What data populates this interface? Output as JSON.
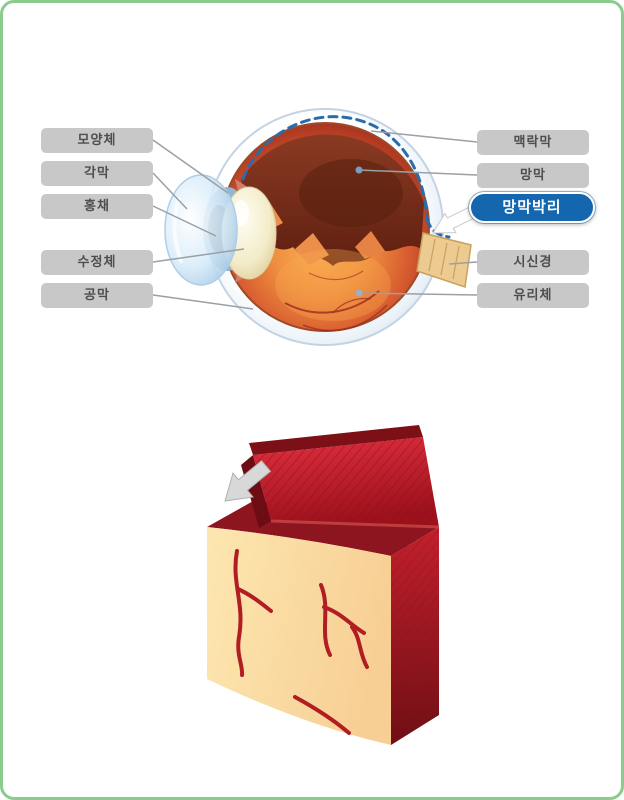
{
  "colors": {
    "page_border": "#8ccb8c",
    "label_background": "#c8c8c8",
    "label_text": "#4e4e4e",
    "highlight_background": "#1467ae",
    "highlight_text": "#ffffff",
    "dashed_outline": "#2a6cab",
    "connector_line": "#9aa0a6"
  },
  "eye_diagram": {
    "labels_left": [
      "모양체",
      "각막",
      "홍채",
      "수정체",
      "공막"
    ],
    "labels_right": [
      "맥락막",
      "망막",
      "망막박리",
      "시신경",
      "유리체"
    ],
    "highlighted_label": "망막박리"
  }
}
